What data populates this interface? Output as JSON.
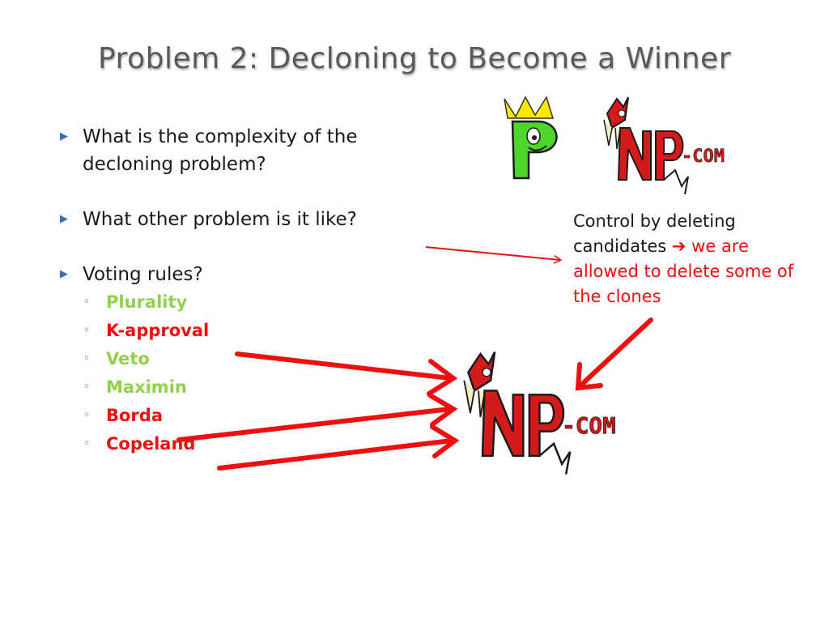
{
  "title": "Problem 2: Decloning to Become a Winner",
  "bullets": {
    "q1": "What is the complexity of the decloning problem?",
    "q2": "What other problem is it like?",
    "q3": "Voting rules?",
    "rules": [
      {
        "label": "Plurality",
        "color": "#92d050"
      },
      {
        "label": "K-approval",
        "color": "#ee1010"
      },
      {
        "label": "Veto",
        "color": "#92d050"
      },
      {
        "label": "Maximin",
        "color": "#92d050"
      },
      {
        "label": "Borda",
        "color": "#ee1010"
      },
      {
        "label": "Copeland",
        "color": "#ee1010"
      }
    ]
  },
  "control_note": {
    "black_text": "Control by deleting candidates",
    "red_text": "we are allowed to delete some of the clones"
  },
  "logos": {
    "p": {
      "letter": "P",
      "icon": "p-crown-logo-icon"
    },
    "np": {
      "main": "NP",
      "suffix": "-COM",
      "icon": "np-complete-devil-logo-icon"
    }
  },
  "colors": {
    "title": "#595959",
    "green": "#92d050",
    "red": "#ee1010",
    "bullet_marker": "#3b6fb6"
  }
}
